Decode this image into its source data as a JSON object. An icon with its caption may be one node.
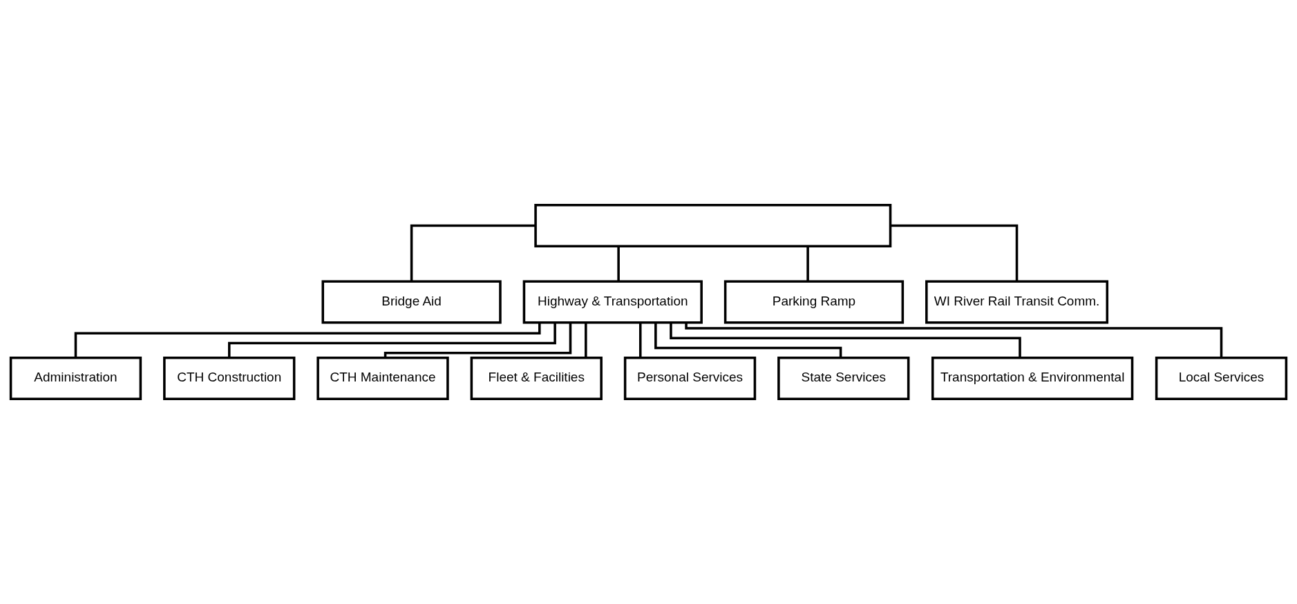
{
  "diagram": {
    "nodes": [
      {
        "text": [],
        "shape": "box"
      },
      {
        "text": [
          "Bridge Aid"
        ]
      },
      {
        "text": [
          "Highway & Transportation"
        ]
      },
      {
        "text": [
          "Administration"
        ]
      },
      {
        "text": [
          "CTH Construction"
        ]
      },
      {
        "text": [
          "CTH Maintenance"
        ]
      },
      {
        "text": [
          "Fleet & Facilities"
        ]
      },
      {
        "text": [
          "Personal Services"
        ]
      },
      {
        "text": [
          "State Services"
        ]
      },
      {
        "text": [
          "Transportation & Environmental"
        ]
      },
      {
        "text": [
          "Local Services"
        ]
      },
      {
        "text": [
          "Parking Ramp"
        ]
      },
      {
        "text": [
          "WI River Rail Transit Comm."
        ]
      }
    ],
    "edges": [
      {
        "from": 0,
        "to": 1,
        "arrow": "none"
      },
      {
        "from": 0,
        "to": 2,
        "arrow": "none"
      },
      {
        "from": 0,
        "to": 11,
        "arrow": "none"
      },
      {
        "from": 0,
        "to": 12,
        "arrow": "none"
      },
      {
        "from": 2,
        "to": 3,
        "arrow": "none"
      },
      {
        "from": 2,
        "to": 4,
        "arrow": "none"
      },
      {
        "from": 2,
        "to": 5,
        "arrow": "none"
      },
      {
        "from": 2,
        "to": 6,
        "arrow": "none"
      },
      {
        "from": 2,
        "to": 7,
        "arrow": "none"
      },
      {
        "from": 2,
        "to": 8,
        "arrow": "none"
      },
      {
        "from": 2,
        "to": 9,
        "arrow": "none"
      },
      {
        "from": 2,
        "to": 10,
        "arrow": "none"
      }
    ]
  }
}
